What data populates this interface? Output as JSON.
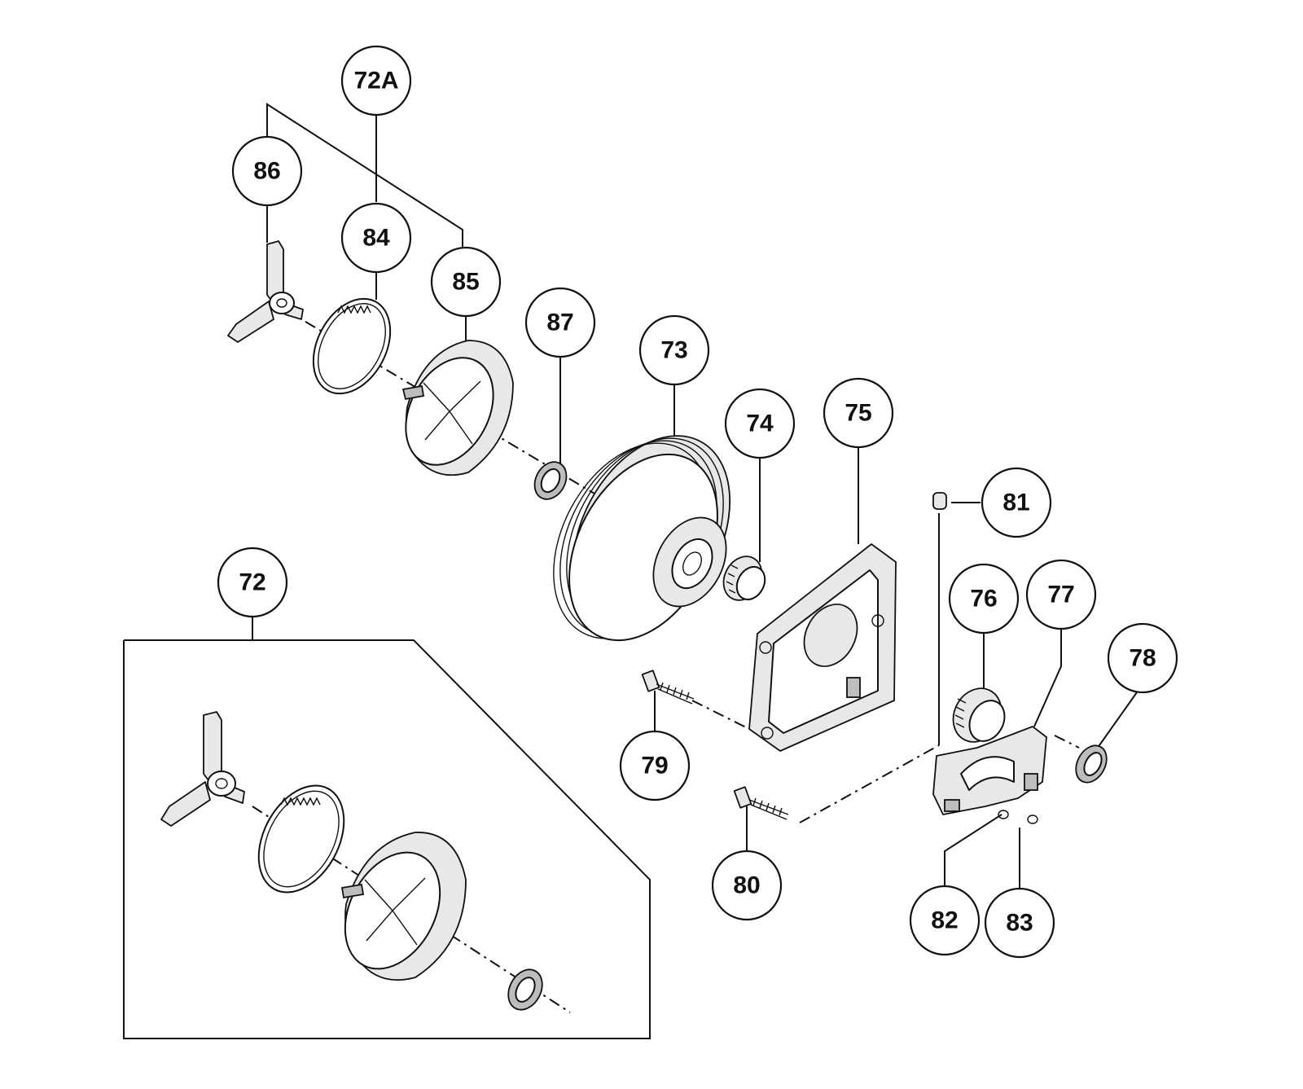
{
  "callouts": {
    "c72a": "72A",
    "c86": "86",
    "c84": "84",
    "c85": "85",
    "c87": "87",
    "c73": "73",
    "c74": "74",
    "c75": "75",
    "c81": "81",
    "c76": "76",
    "c77": "77",
    "c78": "78",
    "c79": "79",
    "c80": "80",
    "c82": "82",
    "c83": "83",
    "c72": "72"
  },
  "colors": {
    "ink": "#111111",
    "paper": "#ffffff",
    "shade": "#e8e8e8"
  }
}
